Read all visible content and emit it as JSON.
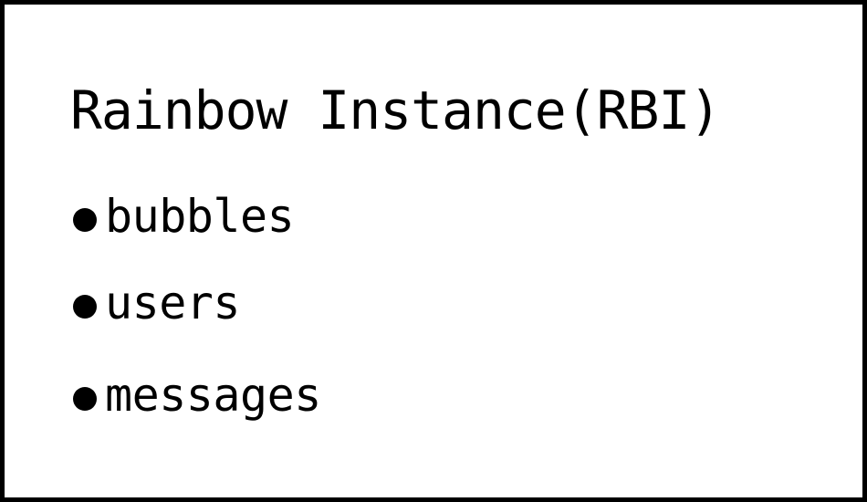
{
  "card": {
    "title": "Rainbow Instance(RBI)",
    "items": [
      {
        "label": "bubbles"
      },
      {
        "label": "users"
      },
      {
        "label": "messages"
      }
    ]
  }
}
